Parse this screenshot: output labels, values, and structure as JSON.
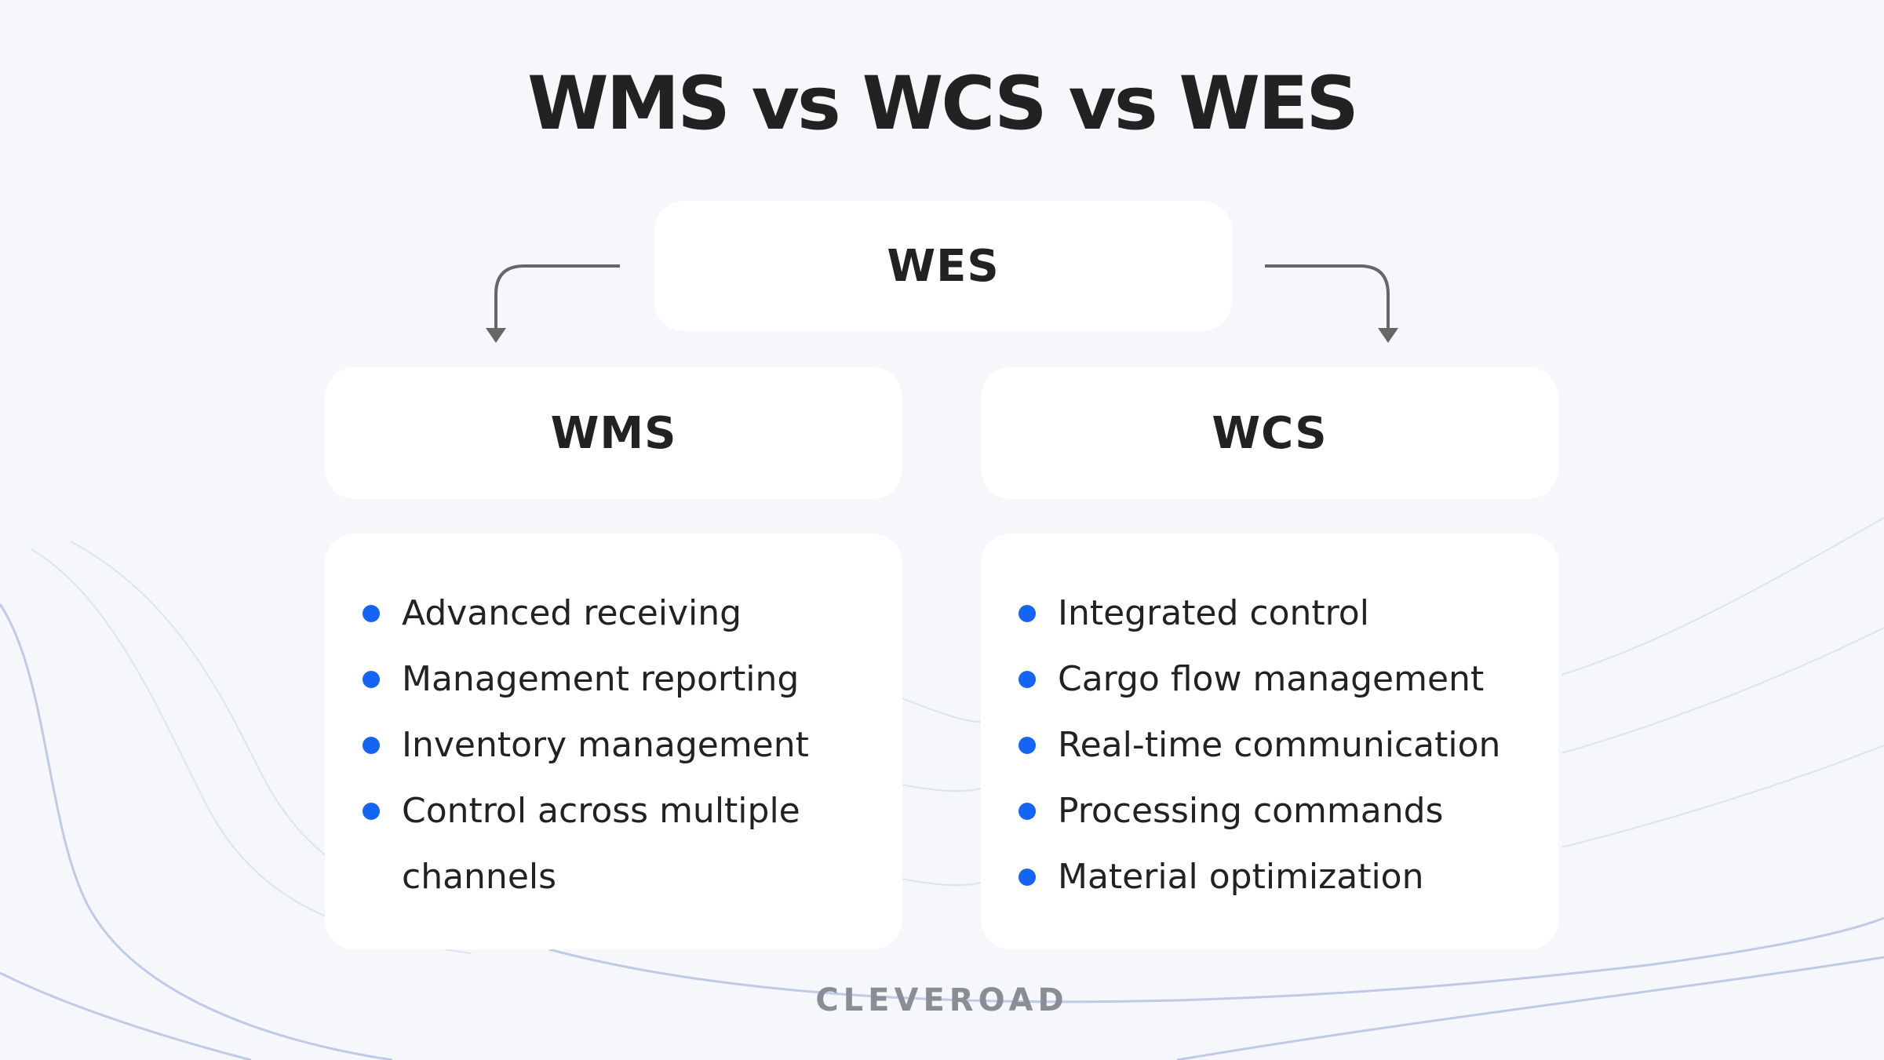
{
  "title": "WMS vs WCS vs WES",
  "top_node": {
    "label": "WES"
  },
  "columns": [
    {
      "label": "WMS",
      "items": [
        "Advanced receiving",
        "Management reporting",
        "Inventory management",
        "Control across multiple channels"
      ]
    },
    {
      "label": "WCS",
      "items": [
        "Integrated control",
        "Cargo flow management",
        "Real-time communication",
        "Processing commands",
        "Material optimization"
      ]
    }
  ],
  "brand": "CLEVEROAD",
  "colors": {
    "bullet": "#1565f5",
    "background": "#f6f7fa",
    "card": "#ffffff",
    "arrow": "#666666"
  }
}
